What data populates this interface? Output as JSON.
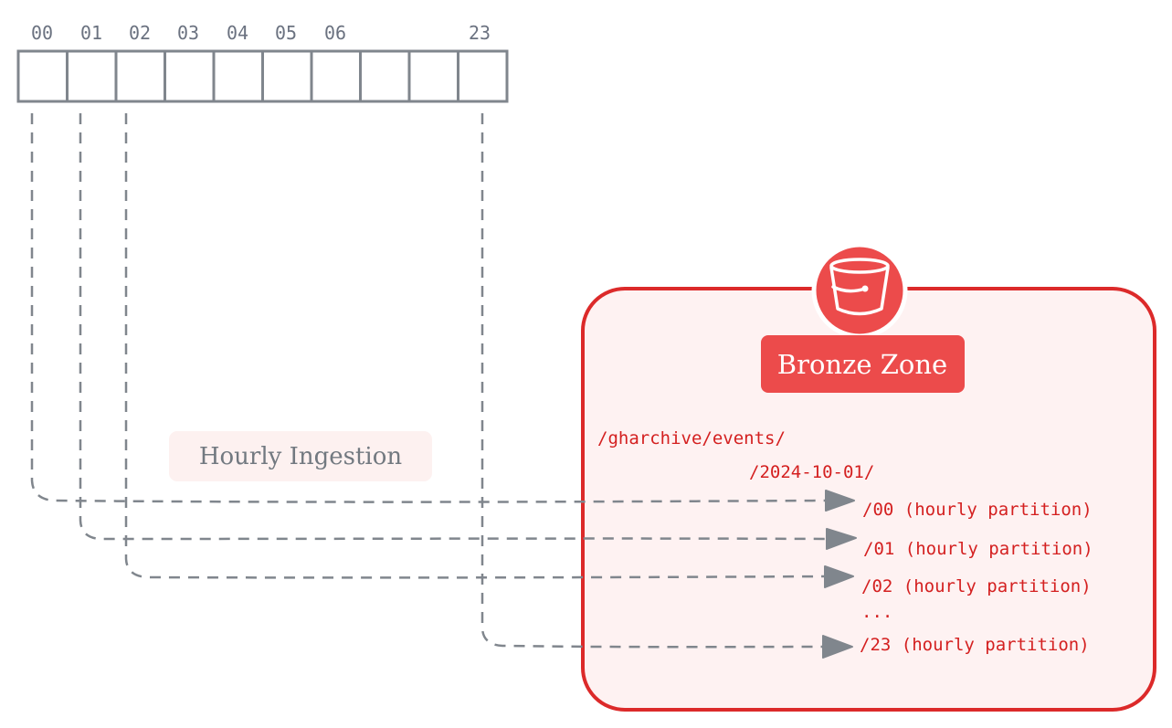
{
  "hour_labels": [
    "00",
    "01",
    "02",
    "03",
    "04",
    "05",
    "06",
    "23"
  ],
  "ingestion_label": "Hourly Ingestion",
  "zone": {
    "title": "Bronze Zone",
    "icon": "bucket-icon",
    "base_path": "/gharchive/events/",
    "date_path": "/2024-10-01/",
    "partitions": [
      "/00 (hourly partition)",
      "/01 (hourly partition)",
      "/02 (hourly partition)",
      "/23 (hourly partition)"
    ],
    "ellipsis": "..."
  },
  "colors": {
    "zone_red": "#dc2a2a",
    "zone_fill": "#fef2f2",
    "flow_gray": "#80868d",
    "path_text": "#d42020"
  }
}
